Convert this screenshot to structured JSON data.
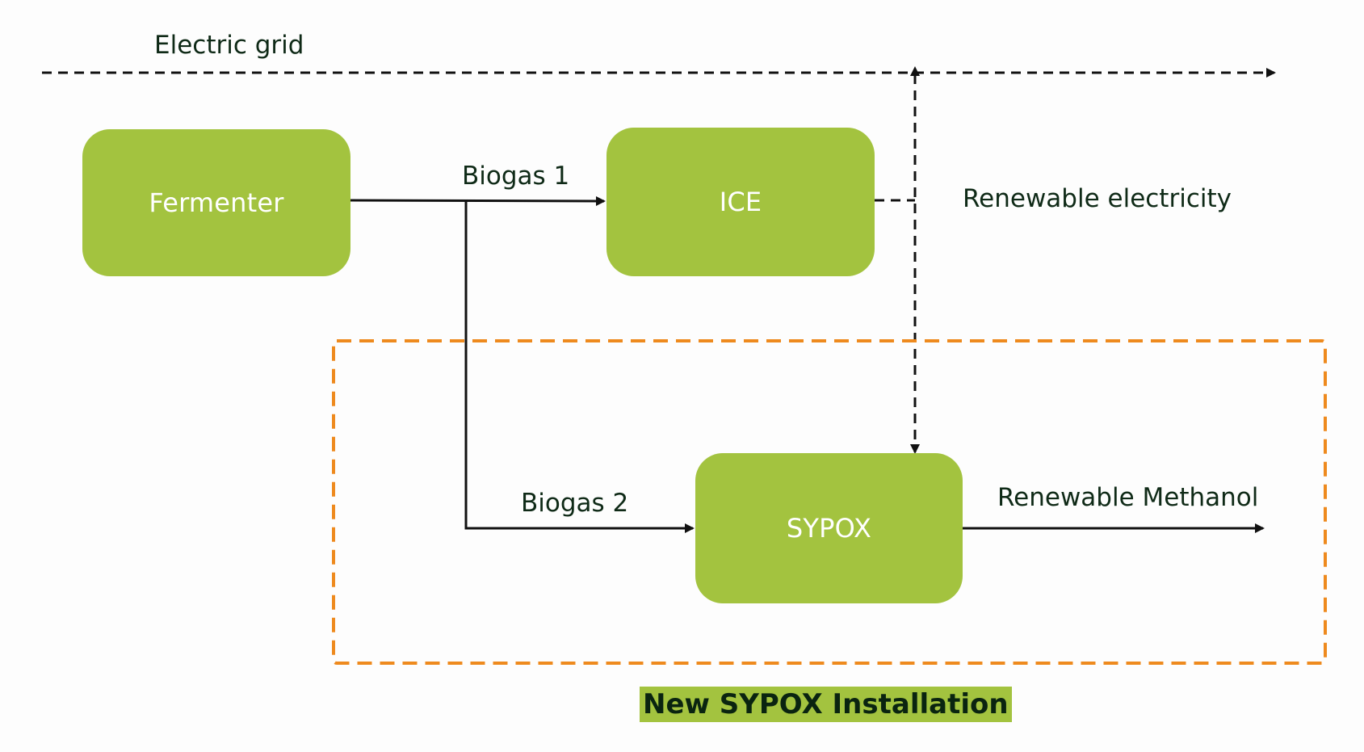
{
  "diagram": {
    "title": "New SYPOX Installation",
    "nodes": {
      "fermenter": "Fermenter",
      "ice": "ICE",
      "sypox": "SYPOX"
    },
    "edge_labels": {
      "electric_grid": "Electric grid",
      "biogas_1": "Biogas 1",
      "biogas_2": "Biogas 2",
      "renewable_electricity": "Renewable electricity",
      "renewable_methanol": "Renewable Methanol"
    },
    "edges": [
      {
        "from": "Fermenter",
        "to": "ICE",
        "label": "Biogas 1",
        "style": "solid"
      },
      {
        "from": "Fermenter",
        "to": "SYPOX",
        "label": "Biogas 2",
        "style": "solid"
      },
      {
        "from": "ICE",
        "to": "Electric grid / SYPOX",
        "label": "Renewable electricity",
        "style": "dashed"
      },
      {
        "from": "Electric grid",
        "to": "SYPOX",
        "label": "",
        "style": "dashed",
        "bidirectional": true
      },
      {
        "from": "SYPOX",
        "to": "output",
        "label": "Renewable Methanol",
        "style": "solid"
      }
    ],
    "colors": {
      "node_fill": "#a3c33f",
      "installation_border": "#ee8a1e",
      "text": "#0f2a17",
      "arrow": "#111111"
    }
  }
}
